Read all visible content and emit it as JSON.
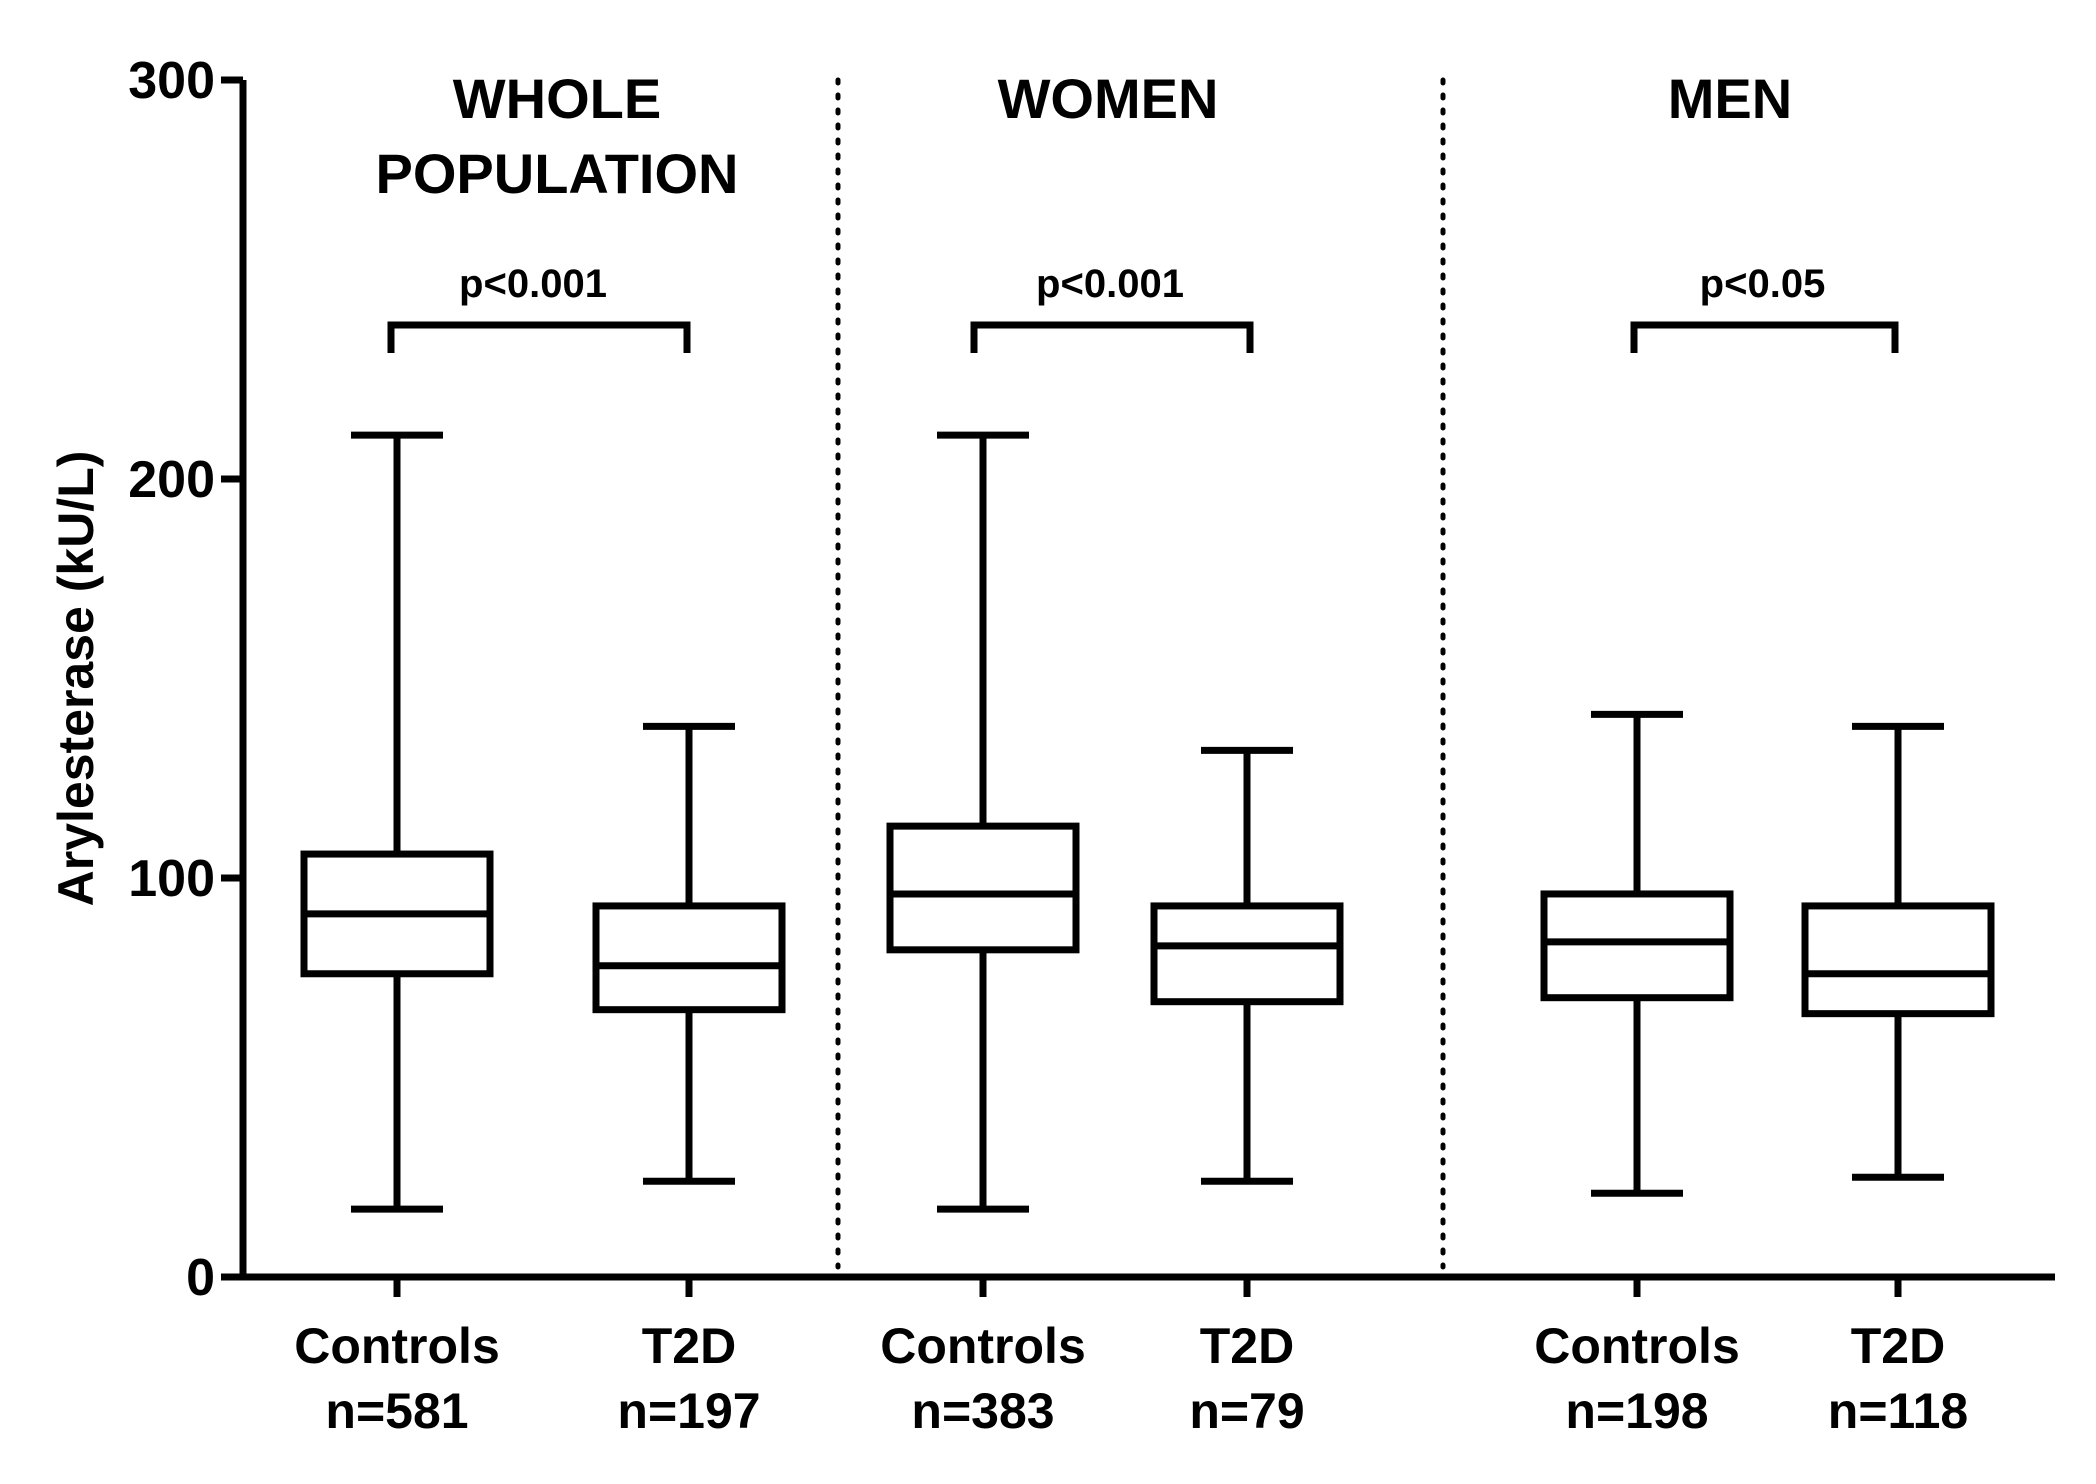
{
  "chart_data": {
    "type": "box",
    "ylabel": "Arylesterase (kU/L)",
    "ylim": [
      0,
      300
    ],
    "yticks": [
      0,
      100,
      200,
      300
    ],
    "panels": [
      {
        "title_lines": [
          "WHOLE",
          "POPULATION"
        ],
        "p_value": "p<0.001",
        "groups": [
          {
            "label": "Controls",
            "n": "n=581",
            "min": 17,
            "q1": 76,
            "median": 91,
            "q3": 106,
            "max": 211
          },
          {
            "label": "T2D",
            "n": "n=197",
            "min": 24,
            "q1": 67,
            "median": 78,
            "q3": 93,
            "max": 138
          }
        ]
      },
      {
        "title_lines": [
          "WOMEN"
        ],
        "p_value": "p<0.001",
        "groups": [
          {
            "label": "Controls",
            "n": "n=383",
            "min": 17,
            "q1": 82,
            "median": 96,
            "q3": 113,
            "max": 211
          },
          {
            "label": "T2D",
            "n": "n=79",
            "min": 24,
            "q1": 69,
            "median": 83,
            "q3": 93,
            "max": 132
          }
        ]
      },
      {
        "title_lines": [
          "MEN"
        ],
        "p_value": "p<0.05",
        "groups": [
          {
            "label": "Controls",
            "n": "n=198",
            "min": 21,
            "q1": 70,
            "median": 84,
            "q3": 96,
            "max": 141
          },
          {
            "label": "T2D",
            "n": "n=118",
            "min": 25,
            "q1": 66,
            "median": 76,
            "q3": 93,
            "max": 138
          }
        ]
      }
    ]
  }
}
